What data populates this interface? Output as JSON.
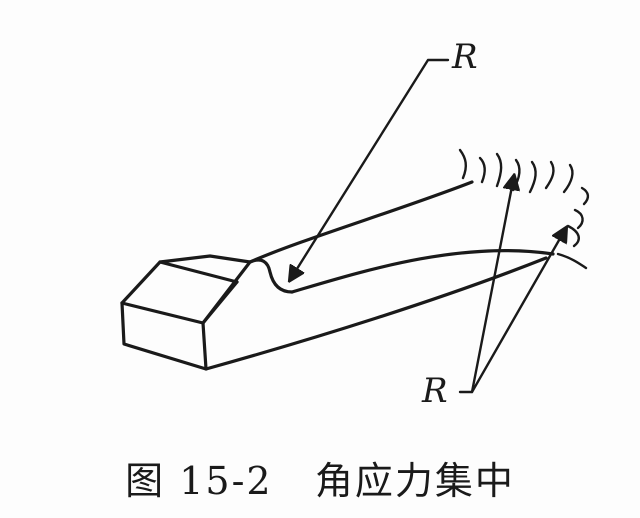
{
  "labels": {
    "top_r": "R",
    "bottom_r": "R"
  },
  "caption": {
    "text": "图 15-2   角应力集中"
  }
}
